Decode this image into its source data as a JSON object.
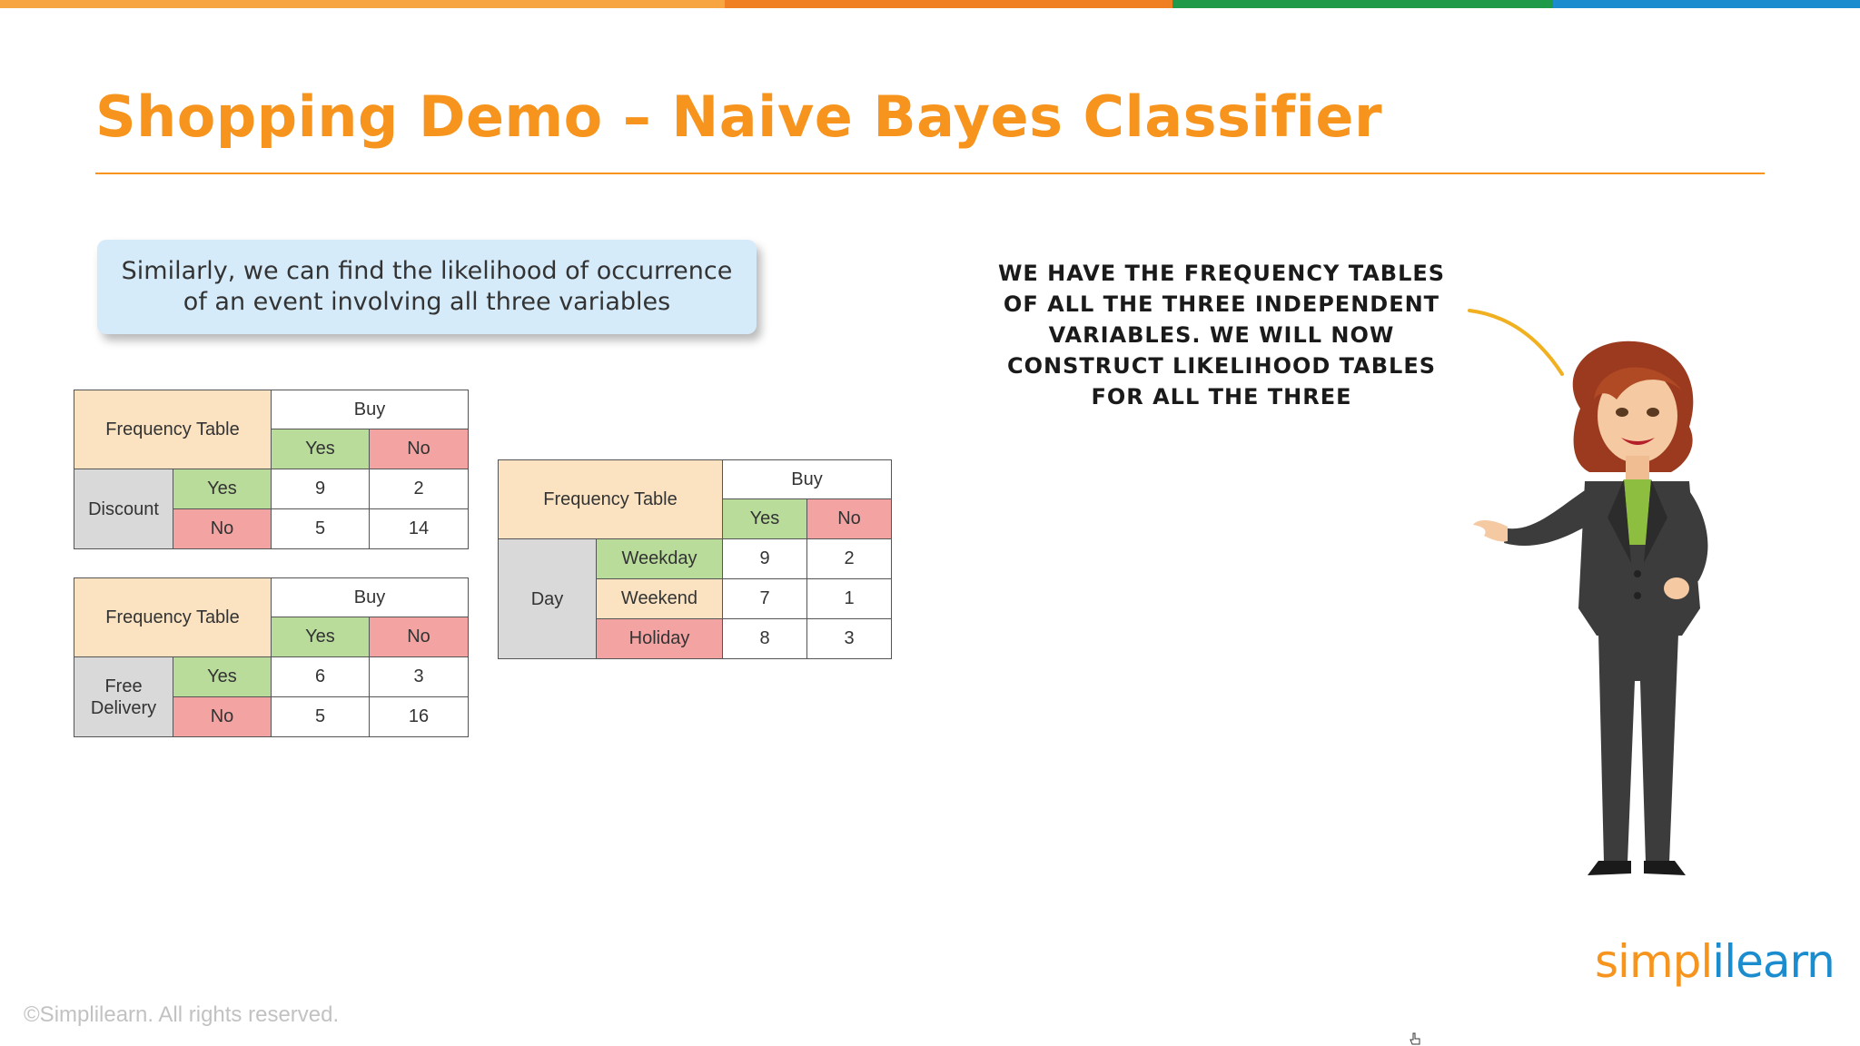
{
  "colors": {
    "accent": "#f7941d",
    "title_rule": "#f7941d",
    "bar_segments": [
      "#f7a541",
      "#ef7f22",
      "#1e9a48",
      "#1b8ccd"
    ],
    "yes_cell": "#b9dc9b",
    "no_cell": "#f4a3a3",
    "header_cell": "#fbe3c2",
    "row_group_cell": "#d9d9d9",
    "callout_bg": "#d6ebfa",
    "logo_primary": "#f7941d",
    "logo_secondary": "#1b8ccd"
  },
  "slide": {
    "title": "Shopping Demo – Naive Bayes Classifier",
    "callout": "Similarly, we can find the likelihood of occurrence of an event involving all three variables",
    "speech": "We have the frequency tables of all the three independent variables. We will now construct likelihood tables for all the three"
  },
  "tables": {
    "discount": {
      "corner": "Frequency Table",
      "target": "Buy",
      "yes": "Yes",
      "no": "No",
      "variable": "Discount",
      "rows": [
        {
          "label": "Yes",
          "yes": "9",
          "no": "2"
        },
        {
          "label": "No",
          "yes": "5",
          "no": "14"
        }
      ]
    },
    "free_delivery": {
      "corner": "Frequency Table",
      "target": "Buy",
      "yes": "Yes",
      "no": "No",
      "variable_line1": "Free",
      "variable_line2": "Delivery",
      "rows": [
        {
          "label": "Yes",
          "yes": "6",
          "no": "3"
        },
        {
          "label": "No",
          "yes": "5",
          "no": "16"
        }
      ]
    },
    "day": {
      "corner": "Frequency Table",
      "target": "Buy",
      "yes": "Yes",
      "no": "No",
      "variable": "Day",
      "rows": [
        {
          "label": "Weekday",
          "yes": "9",
          "no": "2"
        },
        {
          "label": "Weekend",
          "yes": "7",
          "no": "1"
        },
        {
          "label": "Holiday",
          "yes": "8",
          "no": "3"
        }
      ]
    }
  },
  "footer": {
    "logo_part1": "simpl",
    "logo_part2": "i",
    "logo_part3": "learn",
    "copyright": "©Simplilearn. All rights reserved."
  },
  "icons": {
    "presenter": "presenter-woman-illustration",
    "cursor": "hand-cursor-icon"
  }
}
